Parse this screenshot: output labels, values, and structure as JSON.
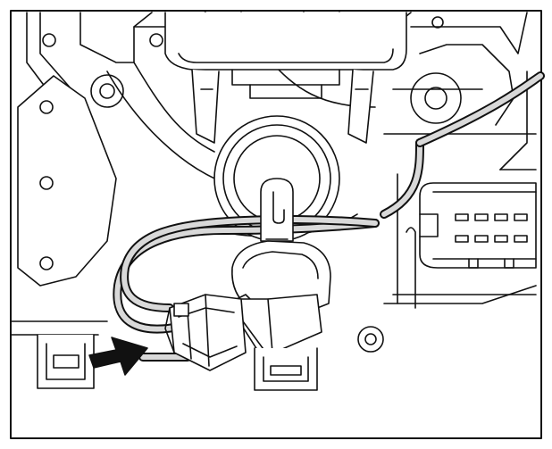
{
  "figure": {
    "colors": {
      "background": "#ffffff",
      "stroke": "#111111",
      "wire_fill": "#d9d9d9",
      "arrow_fill": "#111111"
    },
    "parts": [
      "housing-frame",
      "mounting-plate-left",
      "bulb-socket-mount",
      "bulb-holder",
      "bulb",
      "wiring-harness",
      "wire-connector",
      "electrical-connector-right",
      "mounting-clip-left",
      "mounting-clip-center",
      "indicator-arrow"
    ]
  }
}
